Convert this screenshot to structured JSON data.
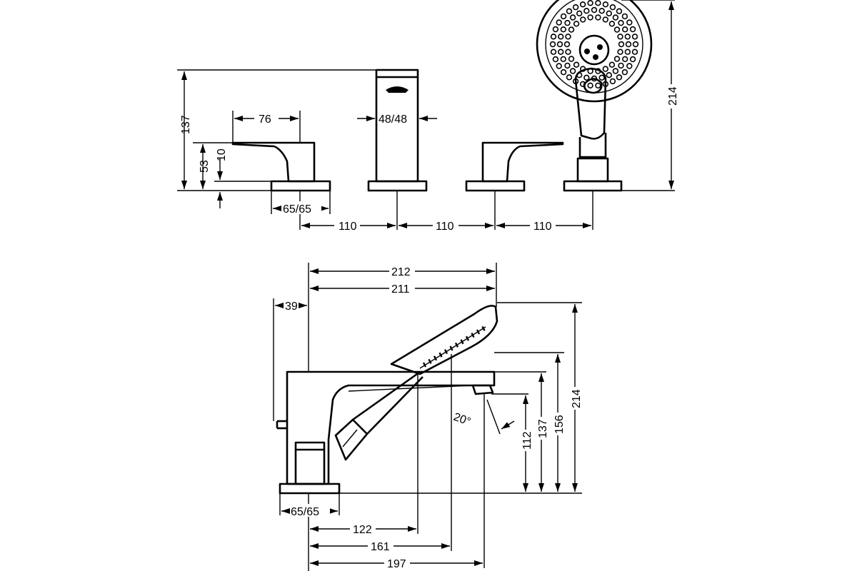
{
  "top_view": {
    "dim_height_total": "137",
    "dim_handle_reach": "76",
    "dim_handle_height": "53",
    "dim_handle_rise": "10",
    "dim_spout_width": "48/48",
    "dim_base": "65/65",
    "dim_spacing_1": "110",
    "dim_spacing_2": "110",
    "dim_spacing_3": "110",
    "dim_shower_height": "214"
  },
  "side_view": {
    "dim_length_overall": "212",
    "dim_length_spout": "211",
    "dim_offset": "39",
    "dim_angle": "20°",
    "dim_height_outlet": "112",
    "dim_height_137": "137",
    "dim_height_156": "156",
    "dim_height_214": "214",
    "dim_base": "65/65",
    "dim_reach_122": "122",
    "dim_reach_161": "161",
    "dim_reach_197": "197"
  }
}
